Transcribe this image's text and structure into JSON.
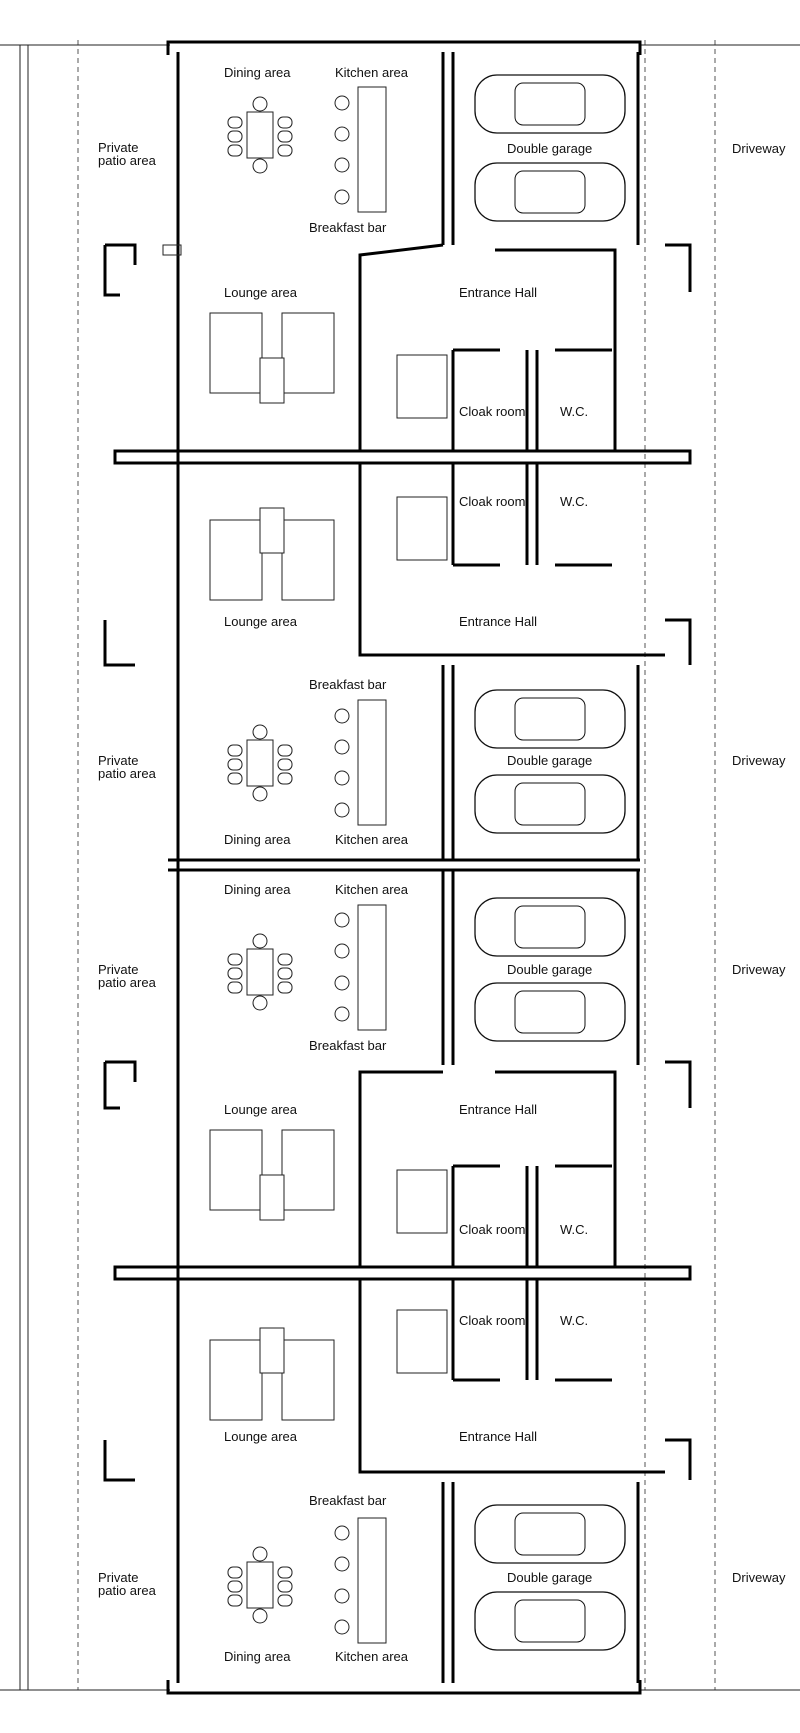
{
  "labels": {
    "dining_area": "Dining area",
    "kitchen_area": "Kitchen area",
    "breakfast_bar": "Breakfast bar",
    "private_patio_line1": "Private",
    "private_patio_line2": "patio area",
    "double_garage": "Double garage",
    "driveway": "Driveway",
    "lounge_area": "Lounge area",
    "entrance_hall": "Entrance Hall",
    "cloak_room": "Cloak room",
    "wc": "W.C."
  },
  "colors": {
    "line": "#000000",
    "background": "#ffffff"
  }
}
